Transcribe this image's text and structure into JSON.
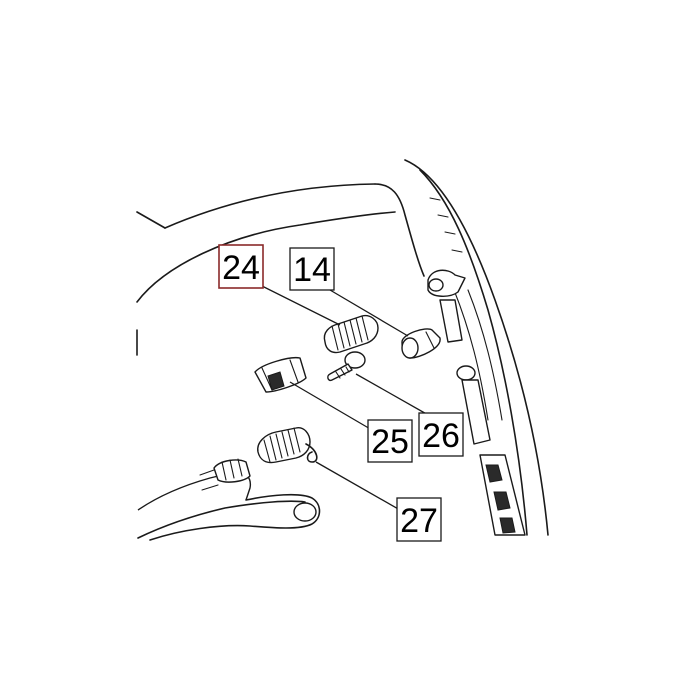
{
  "callouts": [
    {
      "id": "24",
      "label": "24",
      "highlighted": true
    },
    {
      "id": "14",
      "label": "14",
      "highlighted": false
    },
    {
      "id": "25",
      "label": "25",
      "highlighted": false
    },
    {
      "id": "26",
      "label": "26",
      "highlighted": false
    },
    {
      "id": "27",
      "label": "27",
      "highlighted": false
    }
  ],
  "colors": {
    "highlight_fill": "#d98a8a",
    "highlight_stroke": "#8a2a2a",
    "ink": "#1a1a1a",
    "background": "#ffffff"
  }
}
